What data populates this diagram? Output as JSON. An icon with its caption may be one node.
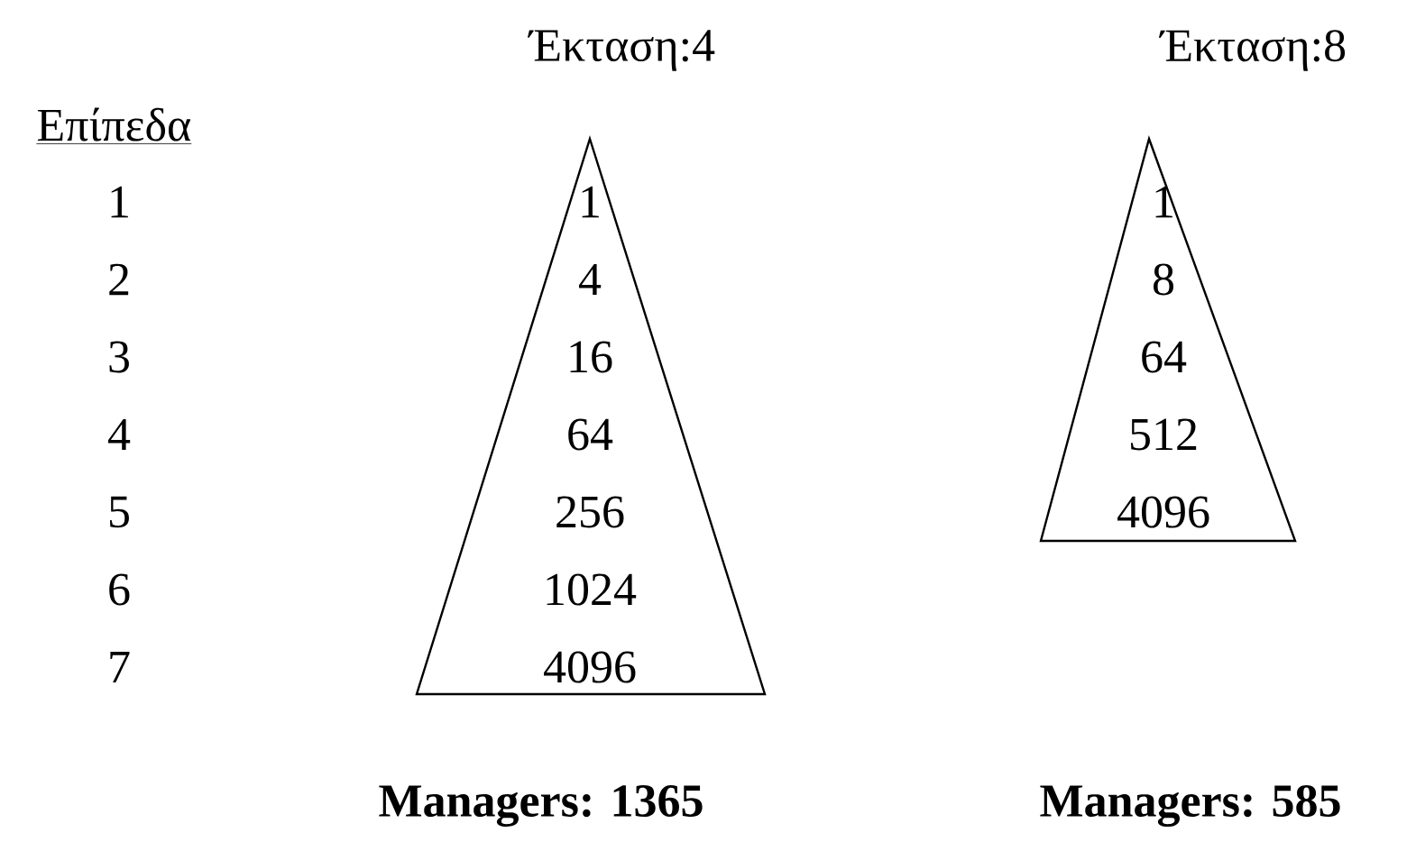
{
  "diagram": {
    "nodes": [
      {
        "text": [
          "Έκταση:4",
          "1",
          "4",
          "16",
          "64",
          "256",
          "1024",
          "4096"
        ]
      },
      {
        "text": [
          "Έκταση:8",
          "1",
          "8",
          "64",
          "512",
          "4096"
        ]
      }
    ],
    "labels": [
      "Επίπεδα",
      "1",
      "2",
      "3",
      "4",
      "5",
      "6",
      "7",
      "Managers: 1365",
      "Managers: 585"
    ]
  }
}
